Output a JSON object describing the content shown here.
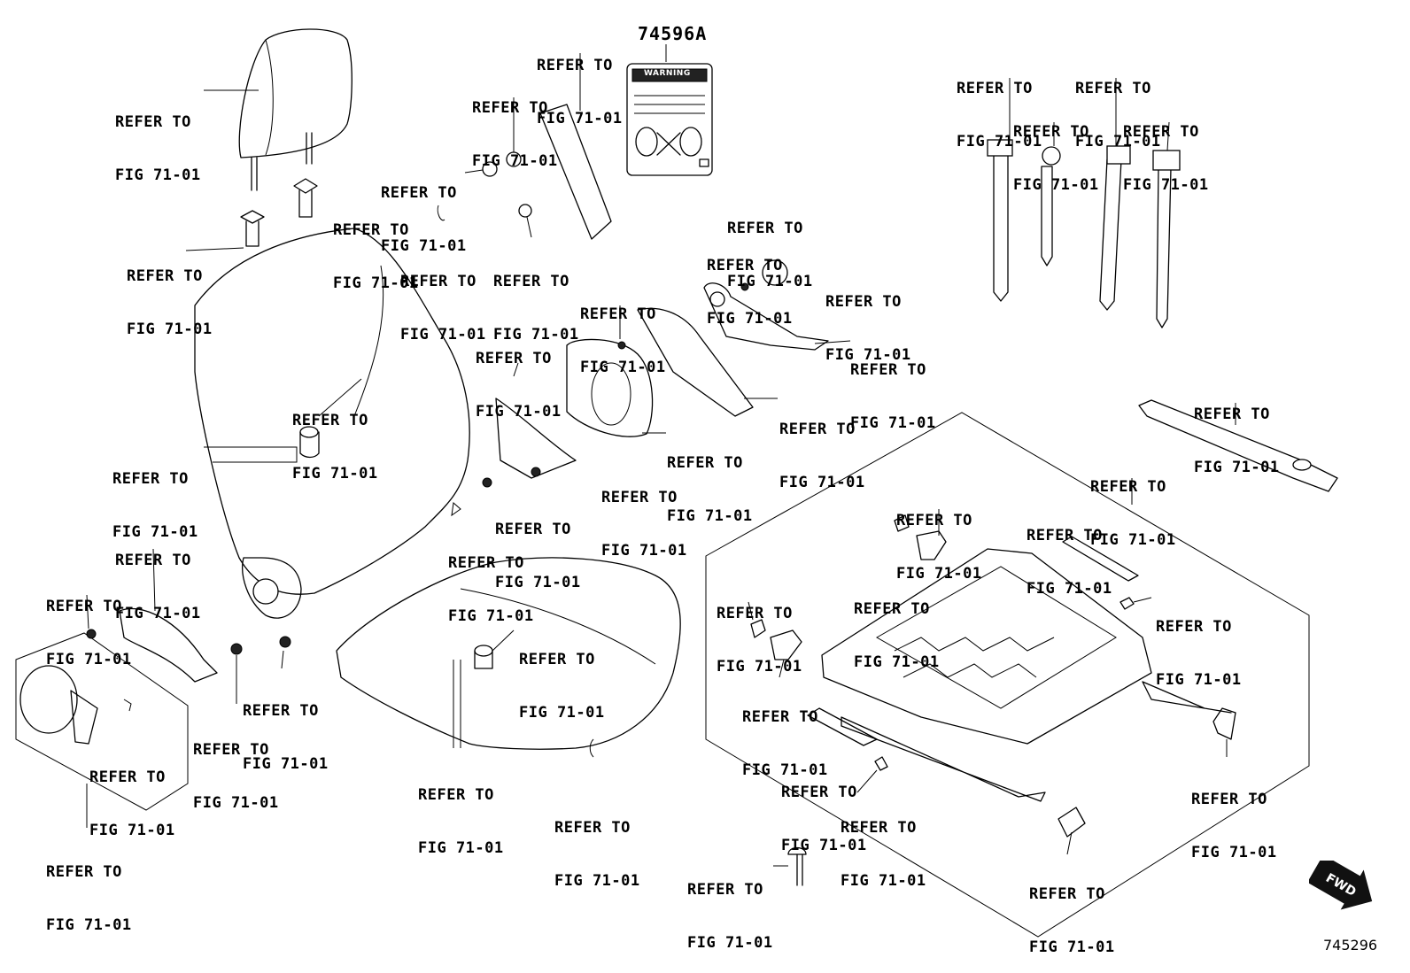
{
  "diagram": {
    "part_label": "74596A",
    "figure_number": "745296",
    "fwd_label": "FWD",
    "warning_word": "WARNING",
    "callout": {
      "line1": "REFER TO",
      "line2": "FIG 71-01"
    },
    "callouts": [
      {
        "line1": "REFER TO",
        "line2": "FIG 71-01"
      },
      {
        "line1": "REFER TO",
        "line2": "FIG 71-01"
      },
      {
        "line1": "REFER TO",
        "line2": "FIG 71-01"
      },
      {
        "line1": "REFER TO",
        "line2": "FIG 71-01"
      },
      {
        "line1": "REFER TO",
        "line2": "FIG 71-01"
      },
      {
        "line1": "REFER TO",
        "line2": "FIG 71-01"
      },
      {
        "line1": "REFER TO",
        "line2": "FIG 71-01"
      },
      {
        "line1": "REFER TO",
        "line2": "FIG 71-01"
      },
      {
        "line1": "REFER TO",
        "line2": "FIG 71-01"
      },
      {
        "line1": "REFER TO",
        "line2": "FIG 71-01"
      },
      {
        "line1": "REFER TO",
        "line2": "FIG 71-01"
      },
      {
        "line1": "REFER TO",
        "line2": "FIG 71-01"
      },
      {
        "line1": "REFER TO",
        "line2": "FIG 71-01"
      },
      {
        "line1": "REFER TO",
        "line2": "FIG 71-01"
      },
      {
        "line1": "REFER TO",
        "line2": "FIG 71-01"
      },
      {
        "line1": "REFER TO",
        "line2": "FIG 71-01"
      },
      {
        "line1": "REFER TO",
        "line2": "FIG 71-01"
      },
      {
        "line1": "REFER TO",
        "line2": "FIG 71-01"
      },
      {
        "line1": "REFER TO",
        "line2": "FIG 71-01"
      },
      {
        "line1": "REFER TO",
        "line2": "FIG 71-01"
      },
      {
        "line1": "REFER TO",
        "line2": "FIG 71-01"
      },
      {
        "line1": "REFER TO",
        "line2": "FIG 71-01"
      },
      {
        "line1": "REFER TO",
        "line2": "FIG 71-01"
      },
      {
        "line1": "REFER TO",
        "line2": "FIG 71-01"
      },
      {
        "line1": "REFER TO",
        "line2": "FIG 71-01"
      },
      {
        "line1": "REFER TO",
        "line2": "FIG 71-01"
      },
      {
        "line1": "REFER TO",
        "line2": "FIG 71-01"
      },
      {
        "line1": "REFER TO",
        "line2": "FIG 71-01"
      },
      {
        "line1": "REFER TO",
        "line2": "FIG 71-01"
      },
      {
        "line1": "REFER TO",
        "line2": "FIG 71-01"
      },
      {
        "line1": "REFER TO",
        "line2": "FIG 71-01"
      },
      {
        "line1": "REFER TO",
        "line2": "FIG 71-01"
      },
      {
        "line1": "REFER TO",
        "line2": "FIG 71-01"
      },
      {
        "line1": "REFER TO",
        "line2": "FIG 71-01"
      },
      {
        "line1": "REFER TO",
        "line2": "FIG 71-01"
      },
      {
        "line1": "REFER TO",
        "line2": "FIG 71-01"
      },
      {
        "line1": "REFER TO",
        "line2": "FIG 71-01"
      },
      {
        "line1": "REFER TO",
        "line2": "FIG 71-01"
      },
      {
        "line1": "REFER TO",
        "line2": "FIG 71-01"
      },
      {
        "line1": "REFER TO",
        "line2": "FIG 71-01"
      },
      {
        "line1": "REFER TO",
        "line2": "FIG 71-01"
      },
      {
        "line1": "REFER TO",
        "line2": "FIG 71-01"
      },
      {
        "line1": "REFER TO",
        "line2": "FIG 71-01"
      },
      {
        "line1": "REFER TO",
        "line2": "FIG 71-01"
      },
      {
        "line1": "REFER TO",
        "line2": "FIG 71-01"
      }
    ]
  }
}
